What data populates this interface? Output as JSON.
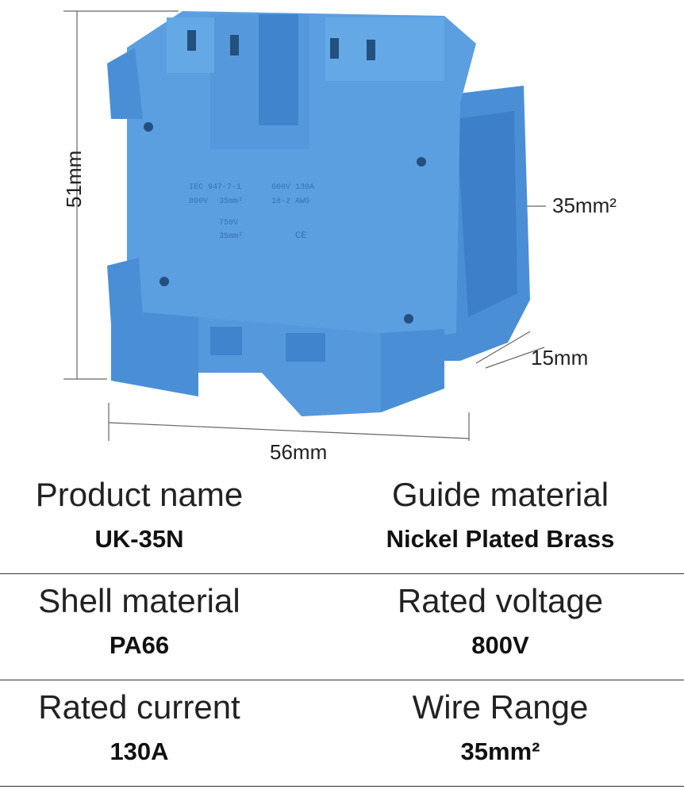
{
  "dimensions": {
    "height": "51mm",
    "width": "56mm",
    "depth": "15mm",
    "cross_section": "35mm²"
  },
  "body_markings": {
    "line1": "IEC 947-7-1",
    "line2a": "800V",
    "line2b": "35mm²",
    "line3": "750V",
    "line4": "35mm²",
    "line5": "600V 130A",
    "line6": "18-2 AWG",
    "line7": "CE"
  },
  "specs": [
    {
      "left": {
        "label": "Product name",
        "value": "UK-35N"
      },
      "right": {
        "label": "Guide material",
        "value": "Nickel Plated Brass"
      }
    },
    {
      "left": {
        "label": "Shell material",
        "value": "PA66"
      },
      "right": {
        "label": "Rated voltage",
        "value": "800V"
      }
    },
    {
      "left": {
        "label": "Rated current",
        "value": "130A"
      },
      "right": {
        "label": "Wire Range",
        "value": "35mm²"
      }
    }
  ],
  "colors": {
    "body": "#5b9fe0",
    "body_dark": "#3f84cc",
    "body_light": "#7db6ec",
    "line": "#444444"
  }
}
